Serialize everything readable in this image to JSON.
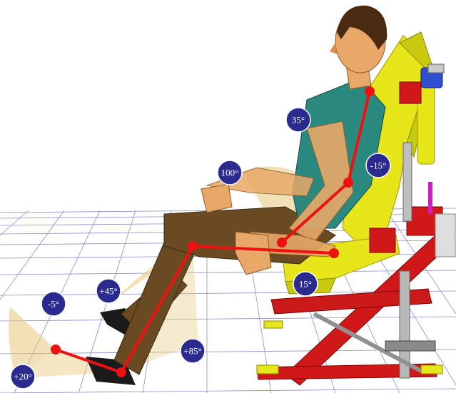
{
  "colors": {
    "skeleton": "#ee1111",
    "badge_fill": "#2a2a8f",
    "badge_stroke": "#ffffff",
    "wedge": "#e8c87a",
    "seat_yellow": "#e6e61a",
    "frame_red": "#d01818",
    "shirt": "#2a8a80",
    "skin": "#e8a868",
    "trousers": "#6a4a22",
    "grid": "#8c8cd0"
  },
  "angle_labels": {
    "neck": "35°",
    "torso": "-15°",
    "elbow": "100°",
    "hip": "15°",
    "knee": "+45°",
    "shin": "+85°",
    "ankle": "-5°",
    "foot": "+20°"
  }
}
